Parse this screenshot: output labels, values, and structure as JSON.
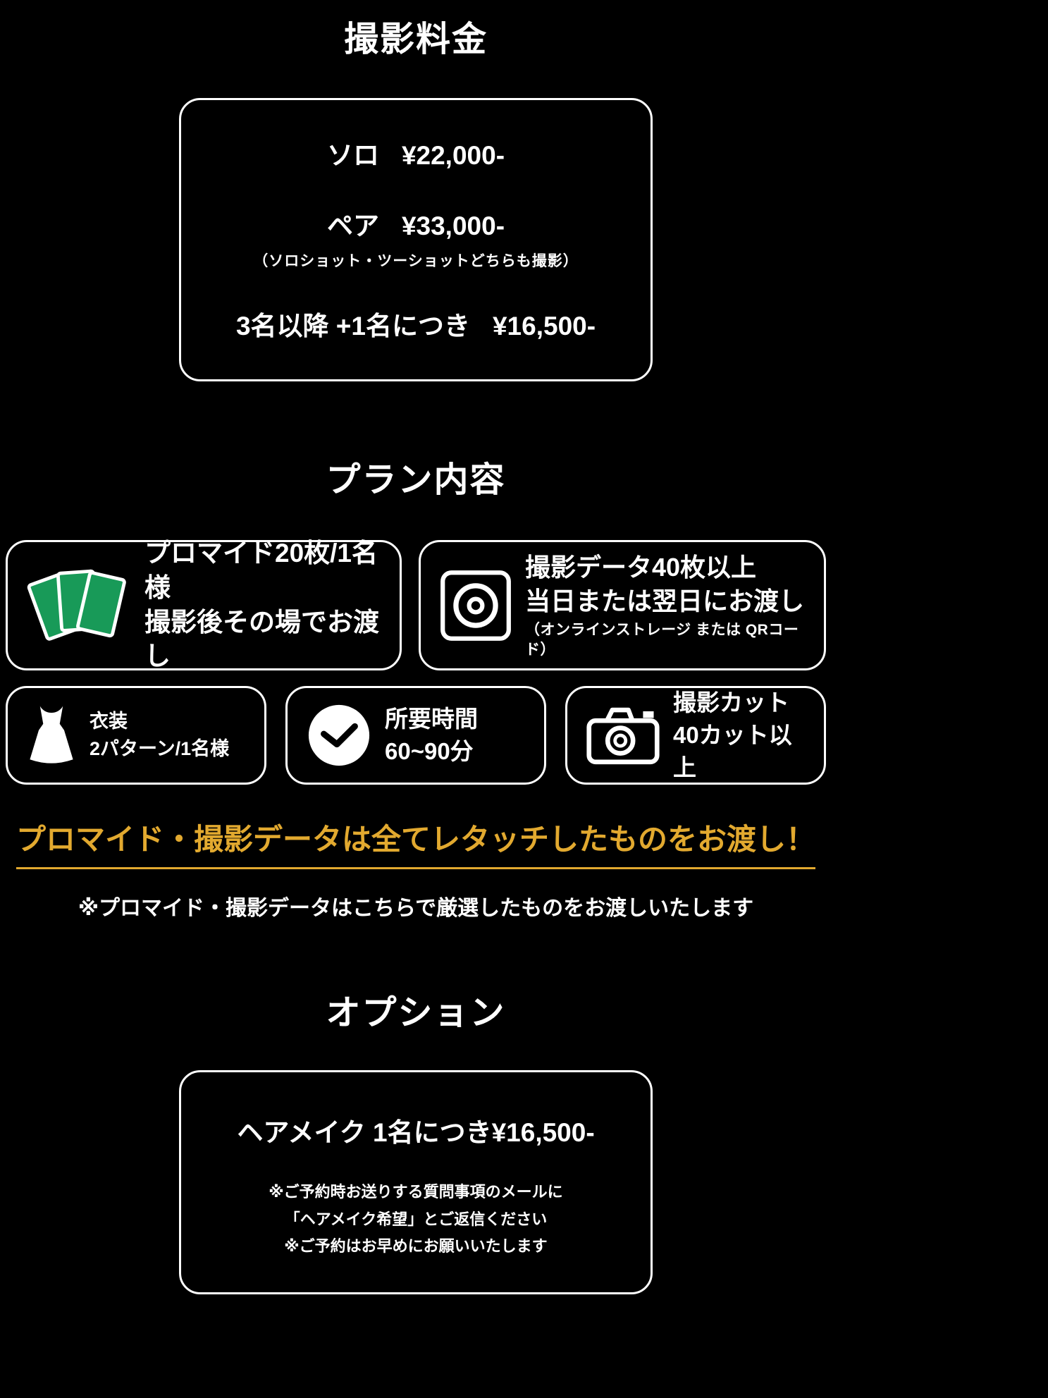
{
  "colors": {
    "background": "#000000",
    "text": "#ffffff",
    "accent_gold": "#e2a92f",
    "card_green": "#189a58"
  },
  "pricing": {
    "title": "撮影料金",
    "rows": [
      {
        "label": "ソロ",
        "price": "¥22,000-"
      },
      {
        "label": "ペア",
        "price": "¥33,000-",
        "note": "（ソロショット・ツーショットどちらも撮影）"
      },
      {
        "label": "3名以降 +1名につき",
        "price": "¥16,500-"
      }
    ]
  },
  "plan": {
    "title": "プラン内容",
    "items": [
      {
        "icon": "photo-cards-icon",
        "lines": [
          "プロマイド20枚/1名様",
          "撮影後その場でお渡し"
        ]
      },
      {
        "icon": "disc-icon",
        "lines": [
          "撮影データ40枚以上",
          "当日または翌日にお渡し"
        ],
        "note": "（オンラインストレージ または QRコード）"
      },
      {
        "icon": "dress-icon",
        "lines": [
          "衣装",
          "2パターン/1名様"
        ]
      },
      {
        "icon": "clock-icon",
        "lines": [
          "所要時間",
          "60~90分"
        ]
      },
      {
        "icon": "camera-icon",
        "lines": [
          "撮影カット",
          "40カット以上"
        ]
      }
    ],
    "highlight": "プロマイド・撮影データは全てレタッチしたものをお渡し！",
    "note": "※プロマイド・撮影データはこちらで厳選したものをお渡しいたします"
  },
  "options": {
    "title": "オプション",
    "heading": "ヘアメイク 1名につき¥16,500-",
    "notes": [
      "※ご予約時お送りする質問事項のメールに",
      "「ヘアメイク希望」とご返信ください",
      "※ご予約はお早めにお願いいたします"
    ]
  }
}
